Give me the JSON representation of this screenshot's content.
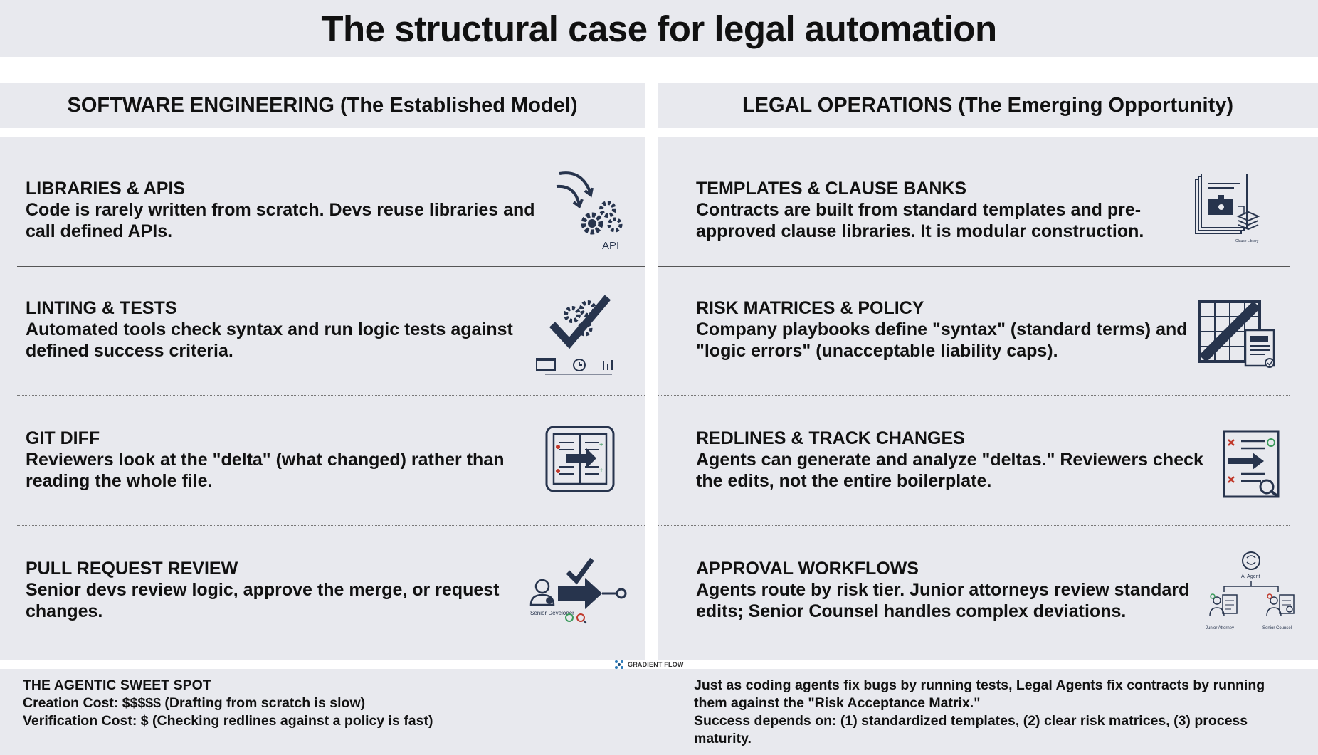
{
  "title": "The structural case for legal automation",
  "left": {
    "heading": "SOFTWARE ENGINEERING (The Established Model)",
    "rows": [
      {
        "title": "LIBRARIES & APIS",
        "body": "Code is rarely written from scratch. Devs reuse libraries and call defined APIs.",
        "icon": "gears-api-icon",
        "icon_label": "API"
      },
      {
        "title": "LINTING & TESTS",
        "body": "Automated tools check syntax and run logic tests against defined success criteria.",
        "icon": "gear-checkmark-icon"
      },
      {
        "title": "GIT DIFF",
        "body": "Reviewers look at the \"delta\" (what changed) rather than reading the whole file.",
        "icon": "diff-compare-icon"
      },
      {
        "title": "PULL REQUEST REVIEW",
        "body": "Senior devs review logic, approve the merge, or request changes.",
        "icon": "developer-approve-icon",
        "icon_label": "Senior Developer"
      }
    ]
  },
  "right": {
    "heading": "LEGAL OPERATIONS (The Emerging Opportunity)",
    "rows": [
      {
        "title": "TEMPLATES & CLAUSE BANKS",
        "body": "Contracts are built from standard templates and pre-approved clause libraries. It is modular construction.",
        "icon": "clause-library-icon",
        "icon_label": "Clause Library"
      },
      {
        "title": "RISK MATRICES & POLICY",
        "body": "Company playbooks define \"syntax\" (standard terms) and \"logic errors\" (unacceptable liability caps).",
        "icon": "risk-matrix-icon"
      },
      {
        "title": "REDLINES & TRACK CHANGES",
        "body": "Agents can generate and analyze \"deltas.\" Reviewers check the edits, not the entire boilerplate.",
        "icon": "redline-document-icon"
      },
      {
        "title": "APPROVAL WORKFLOWS",
        "body": "Agents route by risk tier. Junior attorneys review standard edits; Senior Counsel handles complex deviations.",
        "icon": "approval-workflow-icon",
        "icon_labels": [
          "AI Agent",
          "Junior Attorney",
          "Senior Counsel"
        ]
      }
    ]
  },
  "brand": "GRADIENT FLOW",
  "bottom": {
    "left_heading": "THE AGENTIC SWEET SPOT",
    "left_lines": [
      "Creation Cost: $$$$$ (Drafting from scratch is slow)",
      "Verification Cost: $ (Checking redlines against a policy is fast)"
    ],
    "right_lines": [
      "Just as coding agents fix bugs by running tests, Legal Agents fix contracts by running them against the \"Risk Acceptance Matrix.\"",
      "Success depends on: (1) standardized templates, (2) clear risk matrices, (3) process maturity."
    ]
  },
  "colors": {
    "panel_bg": "#e8e9ee",
    "text": "#111111",
    "icon_navy": "#27344d",
    "green": "#3a9a5b",
    "red": "#c0392b"
  }
}
